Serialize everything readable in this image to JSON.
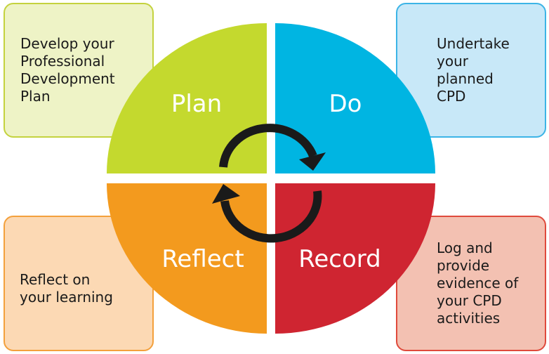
{
  "quadrants": {
    "plan": {
      "label": "Plan",
      "color": "#c4d92e"
    },
    "do": {
      "label": "Do",
      "color": "#00b5e2"
    },
    "reflect": {
      "label": "Reflect",
      "color": "#f39a1e"
    },
    "record": {
      "label": "Record",
      "color": "#cf2531"
    }
  },
  "boxes": {
    "plan": "Develop your\nProfessional\nDevelopment\nPlan",
    "do": "Undertake\nyour\nplanned\nCPD",
    "reflect": "Reflect on\nyour learning",
    "record": "Log and\nprovide\nevidence of\nyour CPD\nactivities"
  },
  "arrow_color": "#1a1a1a",
  "label_color": "#ffffff"
}
